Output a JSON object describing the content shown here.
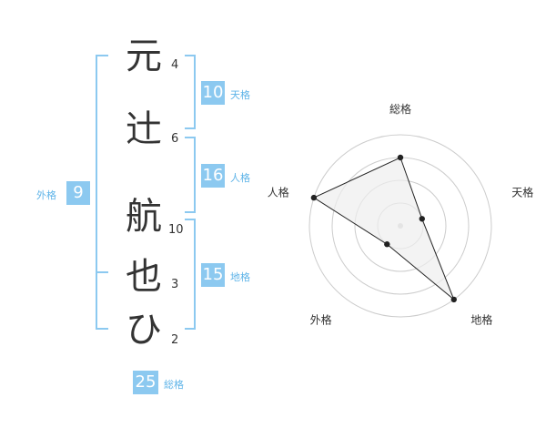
{
  "name": {
    "chars": [
      {
        "char": "元",
        "strokes": "4"
      },
      {
        "char": "辻",
        "strokes": "6"
      },
      {
        "char": "航",
        "strokes": "10"
      },
      {
        "char": "也",
        "strokes": "3"
      },
      {
        "char": "ひ",
        "strokes": "2"
      }
    ]
  },
  "kakusu": {
    "tenkaku": {
      "value": "10",
      "label": "天格"
    },
    "jinkaku": {
      "value": "16",
      "label": "人格"
    },
    "chikaku": {
      "value": "15",
      "label": "地格"
    },
    "gaikaku": {
      "value": "9",
      "label": "外格"
    },
    "soukaku": {
      "value": "25",
      "label": "総格"
    }
  },
  "chart_data": {
    "type": "radar",
    "axes": [
      "総格",
      "天格",
      "地格",
      "外格",
      "人格"
    ],
    "values": [
      0.75,
      0.25,
      1.0,
      0.25,
      1.0
    ],
    "max": 1.0,
    "rings": 4,
    "colors": {
      "fill": "#eeeeee",
      "stroke": "#222222",
      "grid": "#cccccc",
      "accent": "#8cc9f0"
    }
  }
}
